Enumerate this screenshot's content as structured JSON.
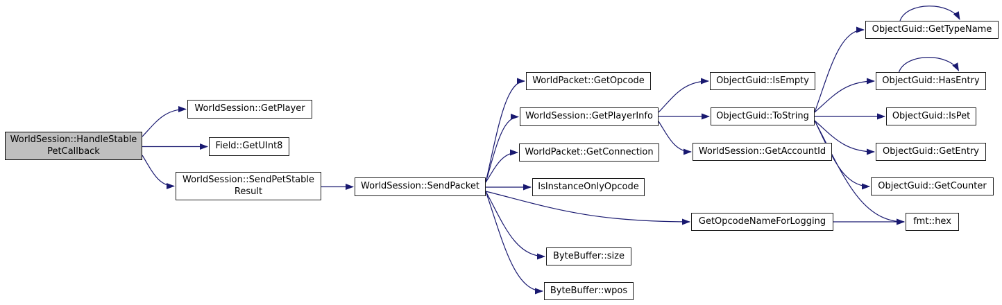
{
  "diagram": {
    "type": "doxygen-call-graph",
    "edge_color": "#191970",
    "node_fill": "#ffffff",
    "node_border": "#000000",
    "highlight_fill": "#bfbfbf",
    "nodes": [
      {
        "id": "handle_stable",
        "label": "WorldSession::HandleStable\nPetCallback",
        "highlighted": true
      },
      {
        "id": "get_player",
        "label": "WorldSession::GetPlayer"
      },
      {
        "id": "get_uint8",
        "label": "Field::GetUInt8"
      },
      {
        "id": "send_pet_stable",
        "label": "WorldSession::SendPetStable\nResult"
      },
      {
        "id": "send_packet",
        "label": "WorldSession::SendPacket"
      },
      {
        "id": "get_opcode",
        "label": "WorldPacket::GetOpcode"
      },
      {
        "id": "get_player_info",
        "label": "WorldSession::GetPlayerInfo"
      },
      {
        "id": "get_connection",
        "label": "WorldPacket::GetConnection"
      },
      {
        "id": "is_instance_only",
        "label": "IsInstanceOnlyOpcode"
      },
      {
        "id": "byte_size",
        "label": "ByteBuffer::size"
      },
      {
        "id": "byte_wpos",
        "label": "ByteBuffer::wpos"
      },
      {
        "id": "is_empty",
        "label": "ObjectGuid::IsEmpty"
      },
      {
        "id": "to_string",
        "label": "ObjectGuid::ToString"
      },
      {
        "id": "get_account_id",
        "label": "WorldSession::GetAccountId"
      },
      {
        "id": "get_type_name",
        "label": "ObjectGuid::GetTypeName"
      },
      {
        "id": "has_entry",
        "label": "ObjectGuid::HasEntry"
      },
      {
        "id": "is_pet",
        "label": "ObjectGuid::IsPet"
      },
      {
        "id": "get_entry",
        "label": "ObjectGuid::GetEntry"
      },
      {
        "id": "get_counter",
        "label": "ObjectGuid::GetCounter"
      },
      {
        "id": "get_opcode_name",
        "label": "GetOpcodeNameForLogging"
      },
      {
        "id": "fmt_hex",
        "label": "fmt::hex"
      }
    ],
    "edges": [
      {
        "from": "handle_stable",
        "to": "get_player"
      },
      {
        "from": "handle_stable",
        "to": "get_uint8"
      },
      {
        "from": "handle_stable",
        "to": "send_pet_stable"
      },
      {
        "from": "send_pet_stable",
        "to": "send_packet"
      },
      {
        "from": "send_packet",
        "to": "get_opcode"
      },
      {
        "from": "send_packet",
        "to": "get_player_info"
      },
      {
        "from": "send_packet",
        "to": "get_connection"
      },
      {
        "from": "send_packet",
        "to": "is_instance_only"
      },
      {
        "from": "send_packet",
        "to": "get_opcode_name"
      },
      {
        "from": "send_packet",
        "to": "byte_size"
      },
      {
        "from": "send_packet",
        "to": "byte_wpos"
      },
      {
        "from": "get_player_info",
        "to": "is_empty"
      },
      {
        "from": "get_player_info",
        "to": "to_string"
      },
      {
        "from": "get_player_info",
        "to": "get_account_id"
      },
      {
        "from": "to_string",
        "to": "get_type_name"
      },
      {
        "from": "to_string",
        "to": "has_entry"
      },
      {
        "from": "to_string",
        "to": "is_pet"
      },
      {
        "from": "to_string",
        "to": "get_entry"
      },
      {
        "from": "to_string",
        "to": "get_counter"
      },
      {
        "from": "to_string",
        "to": "fmt_hex"
      },
      {
        "from": "get_opcode_name",
        "to": "fmt_hex"
      },
      {
        "from": "get_type_name",
        "to": "get_type_name"
      },
      {
        "from": "has_entry",
        "to": "has_entry"
      }
    ]
  }
}
